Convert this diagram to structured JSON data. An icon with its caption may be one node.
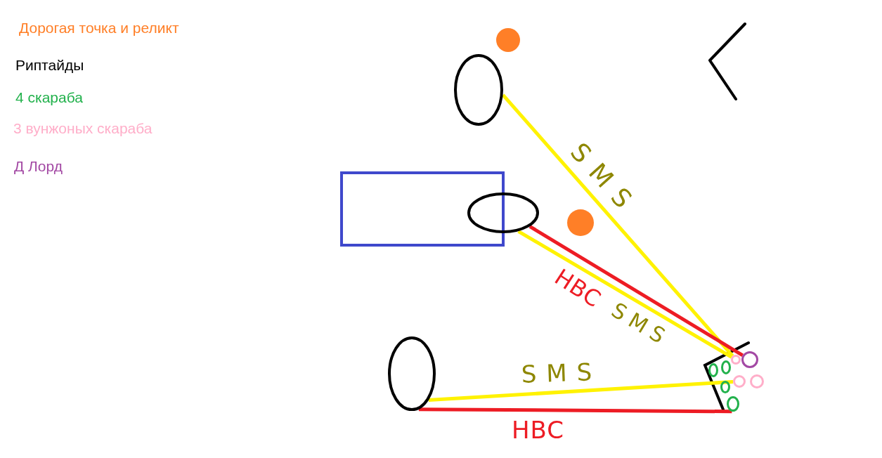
{
  "diagram": {
    "nodes": [
      {
        "text": [],
        "shape": "circle"
      },
      {
        "text": [],
        "shape": "ellipse"
      },
      {
        "text": [],
        "shape": "box"
      },
      {
        "text": [],
        "shape": "ellipse"
      },
      {
        "text": [],
        "shape": "circle"
      },
      {
        "text": [],
        "shape": "ellipse"
      },
      {
        "text": [],
        "shape": "circle"
      },
      {
        "text": [],
        "shape": "circle"
      },
      {
        "text": [],
        "shape": "circle"
      },
      {
        "text": [],
        "shape": "circle"
      },
      {
        "text": [],
        "shape": "circle"
      },
      {
        "text": [],
        "shape": "circle"
      },
      {
        "text": [],
        "shape": "circle"
      },
      {
        "text": [],
        "shape": "circle"
      }
    ],
    "edges": [
      {
        "from": 1,
        "to": 8,
        "arrow": "none",
        "label": "SMS"
      },
      {
        "from": 3,
        "to": 8,
        "arrow": "none",
        "label": "SMS"
      },
      {
        "from": 3,
        "to": 9,
        "arrow": "none",
        "label": "HBC",
        "color": "#ed1c24"
      },
      {
        "from": 5,
        "to": 11,
        "arrow": "none",
        "label": "SMS"
      },
      {
        "from": 5,
        "to": 13,
        "arrow": "none",
        "label": "HBC",
        "color": "#ed1c24"
      }
    ],
    "legend": [
      {
        "text": "Дорогая точка и реликт",
        "color": "#ff7f27"
      },
      {
        "text": "Риптайды",
        "color": "#000000"
      },
      {
        "text": "4 скараба",
        "color": "#22b14c"
      },
      {
        "text": "3 вунжоных скараба",
        "color": "#ffaec9"
      },
      {
        "text": "Д Лорд",
        "color": "#a349a4"
      }
    ]
  }
}
